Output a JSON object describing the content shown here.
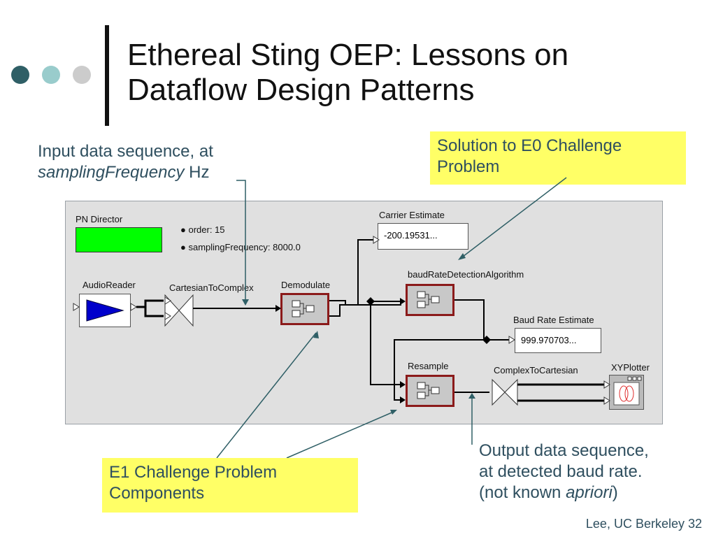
{
  "slide": {
    "title_line1": "Ethereal Sting OEP: Lessons on",
    "title_line2": "Dataflow Design Patterns",
    "footer": "Lee, UC Berkeley 32"
  },
  "annotations": {
    "input_line1": "Input data sequence, at",
    "input_italic": "samplingFrequency",
    "input_suffix": " Hz",
    "solution_line1": "Solution to E0 Challenge",
    "solution_line2": "Problem",
    "e1_line1": "E1 Challenge Problem",
    "e1_line2": "Components",
    "output_line1": "Output data sequence,",
    "output_line2": "at detected baud rate.",
    "output_prefix": "(not known ",
    "output_italic": "apriori",
    "output_suffix": ")"
  },
  "diagram": {
    "director": "PN Director",
    "param_order": "order: 15",
    "param_sampling": "samplingFrequency: 8000.0",
    "audio_reader": "AudioReader",
    "cartesian_to_complex": "CartesianToComplex",
    "demodulate": "Demodulate",
    "carrier_estimate_label": "Carrier Estimate",
    "carrier_estimate_value": "-200.19531...",
    "baud_detection": "baudRateDetectionAlgorithm",
    "baud_estimate_label": "Baud Rate Estimate",
    "baud_estimate_value": "999.970703...",
    "resample": "Resample",
    "complex_to_cartesian": "ComplexToCartesian",
    "xyplotter": "XYPlotter"
  },
  "colors": {
    "accent_dark": "#2f5f66",
    "accent_light": "#99cccc",
    "accent_gray": "#cccccc",
    "annotation_text": "#2f4f5f",
    "highlight": "#ffff66",
    "director_green": "#00ff00",
    "composite_border": "#8b1a1a"
  }
}
